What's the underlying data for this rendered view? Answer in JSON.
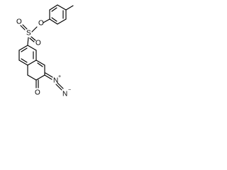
{
  "molecule": {
    "atoms": {
      "sulfur": "S",
      "sulfonyl_oxygen_1": "O",
      "sulfonyl_oxygen_2": "O",
      "ester_oxygen": "O",
      "ketone_oxygen": "O",
      "diazo_nitrogen_inner": "N",
      "diazo_nitrogen_outer": "N",
      "diazo_charge_positive": "+",
      "diazo_charge_negative": "−"
    },
    "colors": {
      "bond": "#000000",
      "label": "#000000",
      "background": "#ffffff"
    }
  }
}
